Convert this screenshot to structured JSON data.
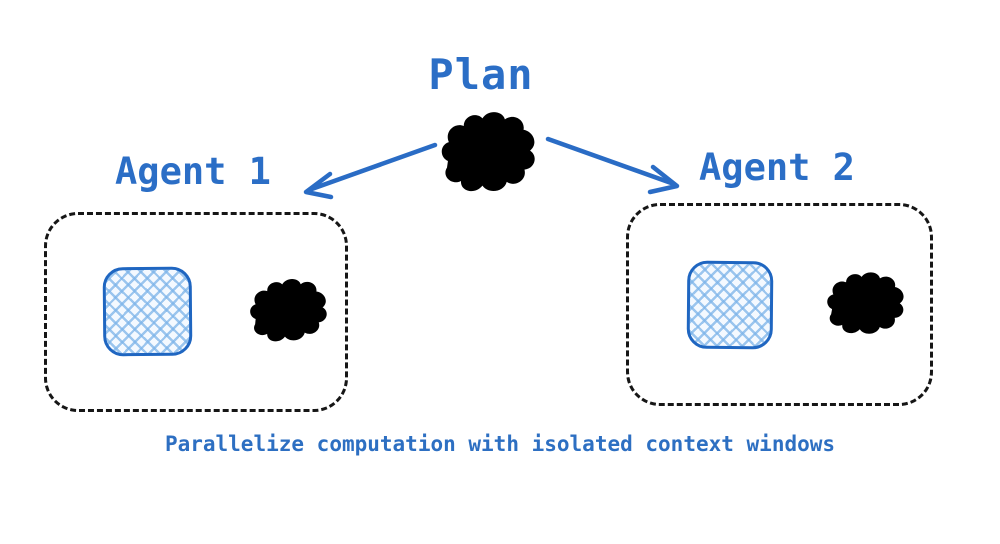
{
  "diagram": {
    "title": "Plan",
    "caption": "Parallelize computation with isolated context windows",
    "agents": [
      {
        "label": "Agent 1",
        "contents": [
          "context-window-icon",
          "brain-icon"
        ]
      },
      {
        "label": "Agent 2",
        "contents": [
          "context-window-icon",
          "brain-icon"
        ]
      }
    ],
    "icons": {
      "plan": "brain-icon",
      "arrows": [
        "arrow-to-agent-1",
        "arrow-to-agent-2"
      ]
    },
    "colors": {
      "accent_blue": "#2b6ec6",
      "stroke_blue": "#2a6cc5",
      "hatch_blue": "#7db4e9",
      "dashed_outline": "#161616",
      "background": "#ffffff"
    }
  }
}
